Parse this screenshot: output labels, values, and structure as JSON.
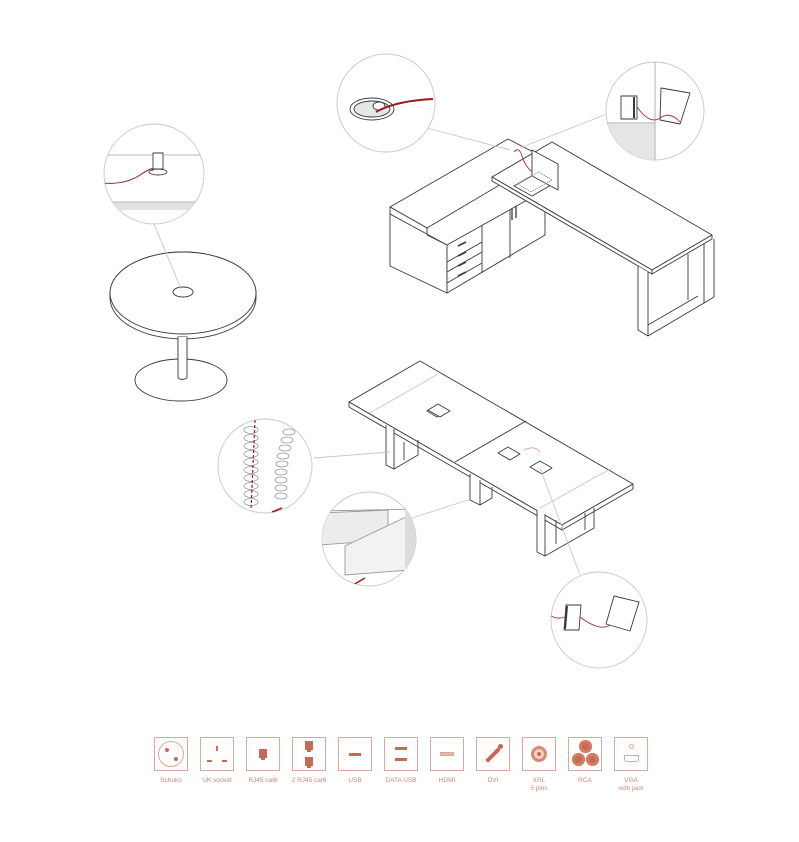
{
  "colors": {
    "line": "#3a3a3a",
    "light_line": "#c8c8c8",
    "cable": "#9b1c1c",
    "icon_fill": "#c86a52",
    "icon_border": "#d9a99b",
    "label": "#c98a78",
    "shade": "#e6e6e6"
  },
  "diagram": {
    "subjects": [
      {
        "name": "round-meeting-table",
        "detail": "cable-grommet-socket"
      },
      {
        "name": "executive-l-desk",
        "details": [
          "desk-grommet",
          "tablet-dock"
        ]
      },
      {
        "name": "conference-table",
        "details": [
          "cable-spine",
          "leg-cable-channel",
          "tablet-dock"
        ]
      }
    ]
  },
  "legend": {
    "items": [
      {
        "icon": "schuko-socket-icon",
        "label": "Schuko"
      },
      {
        "icon": "uk-socket-icon",
        "label": "UK socket"
      },
      {
        "icon": "rj45-icon",
        "label": "RJ45 cat6"
      },
      {
        "icon": "dual-rj45-icon",
        "label": "2 RJ45 cat6"
      },
      {
        "icon": "usb-icon",
        "label": "USB"
      },
      {
        "icon": "data-usb-icon",
        "label": "DATA USB"
      },
      {
        "icon": "hdmi-icon",
        "label": "HDMI"
      },
      {
        "icon": "dvi-icon",
        "label": "DVI"
      },
      {
        "icon": "xlr-icon",
        "label": "XRL\n5 pins"
      },
      {
        "icon": "rca-icon",
        "label": "RCA"
      },
      {
        "icon": "vga-icon",
        "label": "VGA\nwith jack"
      }
    ]
  }
}
